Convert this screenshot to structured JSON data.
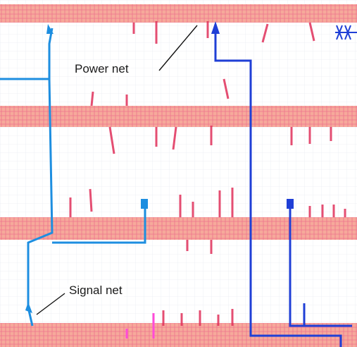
{
  "labels": {
    "power_net": "Power net",
    "signal_net": "Signal net"
  },
  "colors": {
    "background": "#ffffff",
    "power_rail": "#f39a8e",
    "power_rail_texture": "#e8477a",
    "via_red": "#e0305a",
    "via_magenta": "#ff4bd8",
    "light_blue_net": "#1d8ee0",
    "dark_blue_net": "#1f3fd6",
    "grid": "#d9dde6"
  },
  "legend_icons": {
    "power_annotation": "leader-line",
    "signal_annotation": "leader-line"
  }
}
